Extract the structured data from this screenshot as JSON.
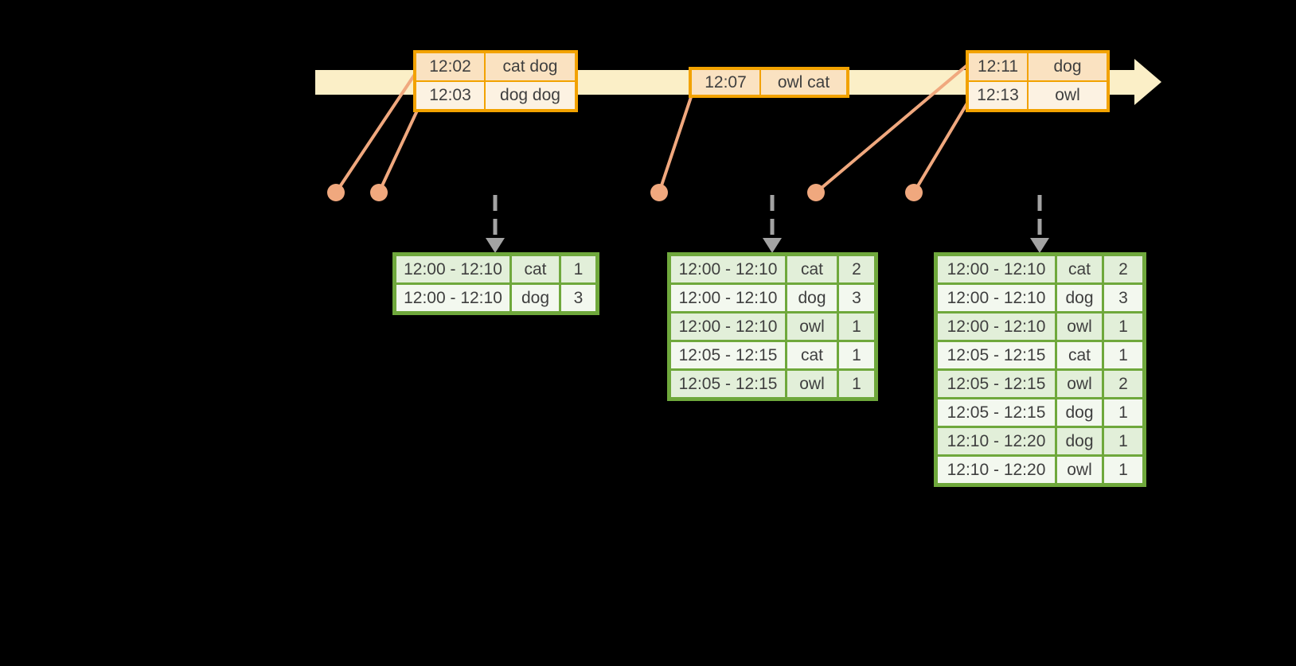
{
  "diagram": {
    "kind": "windowed-streaming-aggregation-diagram",
    "colors": {
      "background": "#000000",
      "timeline_fill": "#FBEFC7",
      "event_table_border": "#F2A200",
      "event_row_dark": "#FAE2C1",
      "event_row_light": "#FCF2E2",
      "connector_salmon": "#F0A87E",
      "trigger_arrow_gray": "#A3A3A3",
      "result_table_border": "#6FA83C",
      "result_row_dark": "#E2EFD9",
      "result_row_light": "#F3F8EF",
      "text": "#3F3F3F"
    },
    "timeline": {
      "event_tables": [
        {
          "name": "input-batch-1",
          "rows": [
            [
              "12:02",
              "cat dog"
            ],
            [
              "12:03",
              "dog dog"
            ]
          ]
        },
        {
          "name": "input-batch-2",
          "rows": [
            [
              "12:07",
              "owl cat"
            ]
          ]
        },
        {
          "name": "input-batch-3",
          "rows": [
            [
              "12:11",
              "dog"
            ],
            [
              "12:13",
              "owl"
            ]
          ]
        }
      ]
    },
    "result_tables": [
      {
        "name": "result-after-trigger-1",
        "rows": [
          [
            "12:00 - 12:10",
            "cat",
            "1"
          ],
          [
            "12:00 - 12:10",
            "dog",
            "3"
          ]
        ]
      },
      {
        "name": "result-after-trigger-2",
        "rows": [
          [
            "12:00 - 12:10",
            "cat",
            "2"
          ],
          [
            "12:00 - 12:10",
            "dog",
            "3"
          ],
          [
            "12:00 - 12:10",
            "owl",
            "1"
          ],
          [
            "12:05 - 12:15",
            "cat",
            "1"
          ],
          [
            "12:05 - 12:15",
            "owl",
            "1"
          ]
        ]
      },
      {
        "name": "result-after-trigger-3",
        "rows": [
          [
            "12:00 - 12:10",
            "cat",
            "2"
          ],
          [
            "12:00 - 12:10",
            "dog",
            "3"
          ],
          [
            "12:00 - 12:10",
            "owl",
            "1"
          ],
          [
            "12:05 - 12:15",
            "cat",
            "1"
          ],
          [
            "12:05 - 12:15",
            "owl",
            "2"
          ],
          [
            "12:05 - 12:15",
            "dog",
            "1"
          ],
          [
            "12:10 - 12:20",
            "dog",
            "1"
          ],
          [
            "12:10 - 12:20",
            "owl",
            "1"
          ]
        ]
      }
    ]
  }
}
